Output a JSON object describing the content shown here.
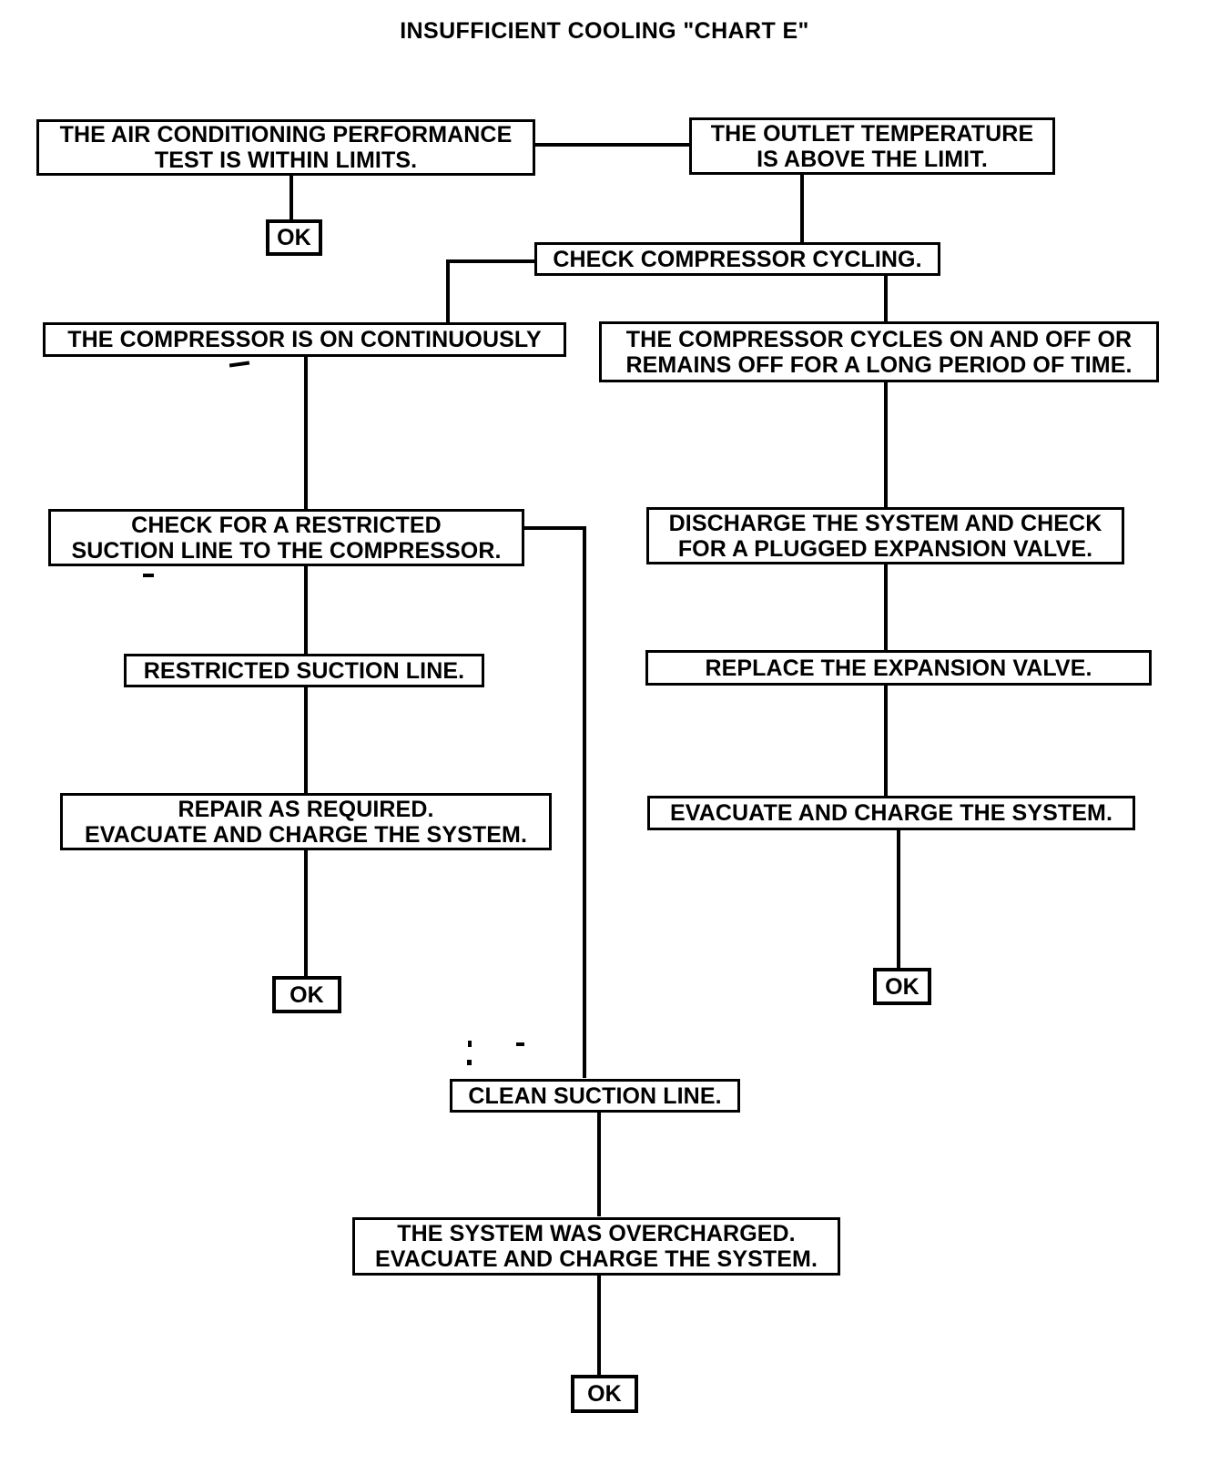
{
  "chart_data": {
    "type": "diagram",
    "diagram_kind": "troubleshooting-flowchart",
    "title": "INSUFFICIENT COOLING \"CHART E\"",
    "nodes": [
      {
        "id": "n1",
        "label": "THE AIR CONDITIONING PERFORMANCE\nTEST IS WITHIN LIMITS."
      },
      {
        "id": "n2",
        "label": "THE OUTLET TEMPERATURE\nIS ABOVE THE LIMIT."
      },
      {
        "id": "n3",
        "label": "OK"
      },
      {
        "id": "n4",
        "label": "CHECK COMPRESSOR CYCLING."
      },
      {
        "id": "n5",
        "label": "THE COMPRESSOR IS ON CONTINUOUSLY"
      },
      {
        "id": "n6",
        "label": "THE COMPRESSOR CYCLES ON AND OFF OR\nREMAINS OFF FOR A LONG PERIOD OF TIME."
      },
      {
        "id": "n7",
        "label": "CHECK FOR A RESTRICTED\nSUCTION LINE TO THE COMPRESSOR."
      },
      {
        "id": "n8",
        "label": "DISCHARGE THE SYSTEM AND CHECK\nFOR A PLUGGED EXPANSION  VALVE."
      },
      {
        "id": "n9",
        "label": "RESTRICTED SUCTION LINE."
      },
      {
        "id": "n10",
        "label": "REPLACE THE  EXPANSION  VALVE."
      },
      {
        "id": "n11",
        "label": "REPAIR AS REQUIRED.\nEVACUATE AND CHARGE THE SYSTEM."
      },
      {
        "id": "n12",
        "label": "EVACUATE AND CHARGE THE SYSTEM."
      },
      {
        "id": "n13",
        "label": "OK"
      },
      {
        "id": "n14",
        "label": "OK"
      },
      {
        "id": "n15",
        "label": "CLEAN SUCTION LINE."
      },
      {
        "id": "n16",
        "label": "THE SYSTEM WAS OVERCHARGED.\nEVACUATE AND CHARGE THE SYSTEM."
      },
      {
        "id": "n17",
        "label": "OK"
      }
    ],
    "edges": [
      {
        "from": "n2",
        "to": "n1",
        "kind": "horizontal"
      },
      {
        "from": "n1",
        "to": "n3",
        "kind": "vertical"
      },
      {
        "from": "n2",
        "to": "n4",
        "kind": "vertical"
      },
      {
        "from": "n4",
        "to": "n5",
        "kind": "elbow-left"
      },
      {
        "from": "n4",
        "to": "n6",
        "kind": "vertical"
      },
      {
        "from": "n5",
        "to": "n7",
        "kind": "vertical"
      },
      {
        "from": "n6",
        "to": "n8",
        "kind": "vertical"
      },
      {
        "from": "n7",
        "to": "n9",
        "kind": "vertical"
      },
      {
        "from": "n8",
        "to": "n10",
        "kind": "vertical"
      },
      {
        "from": "n9",
        "to": "n11",
        "kind": "vertical"
      },
      {
        "from": "n10",
        "to": "n12",
        "kind": "vertical"
      },
      {
        "from": "n11",
        "to": "n13",
        "kind": "vertical"
      },
      {
        "from": "n12",
        "to": "n14",
        "kind": "vertical"
      },
      {
        "from": "n7",
        "to": "n15",
        "kind": "elbow-right-down"
      },
      {
        "from": "n15",
        "to": "n16",
        "kind": "vertical"
      },
      {
        "from": "n16",
        "to": "n17",
        "kind": "vertical"
      }
    ]
  },
  "page": {
    "title": "INSUFFICIENT COOLING \"CHART E\"",
    "nodes": {
      "ac_performance_ok": "THE AIR CONDITIONING PERFORMANCE\nTEST IS WITHIN LIMITS.",
      "outlet_temp_high": "THE OUTLET TEMPERATURE\nIS ABOVE THE LIMIT.",
      "ok_1": "OK",
      "check_compressor_cycling": "CHECK COMPRESSOR CYCLING.",
      "compressor_continuous": "THE COMPRESSOR IS ON CONTINUOUSLY",
      "compressor_cycles": "THE COMPRESSOR CYCLES ON AND OFF OR\nREMAINS OFF FOR A LONG PERIOD OF TIME.",
      "check_restricted_suction": "CHECK FOR A RESTRICTED\nSUCTION LINE TO THE COMPRESSOR.",
      "discharge_check_valve": "DISCHARGE THE SYSTEM AND CHECK\nFOR A PLUGGED EXPANSION  VALVE.",
      "restricted_suction_line": "RESTRICTED SUCTION LINE.",
      "replace_expansion_valve": "REPLACE THE  EXPANSION  VALVE.",
      "repair_as_required": "REPAIR AS REQUIRED.\nEVACUATE AND CHARGE THE SYSTEM.",
      "evacuate_and_charge": "EVACUATE AND CHARGE THE SYSTEM.",
      "ok_2": "OK",
      "ok_3": "OK",
      "clean_suction_line": "CLEAN SUCTION LINE.",
      "system_overcharged": "THE SYSTEM WAS OVERCHARGED.\nEVACUATE AND CHARGE THE SYSTEM.",
      "ok_4": "OK"
    }
  }
}
